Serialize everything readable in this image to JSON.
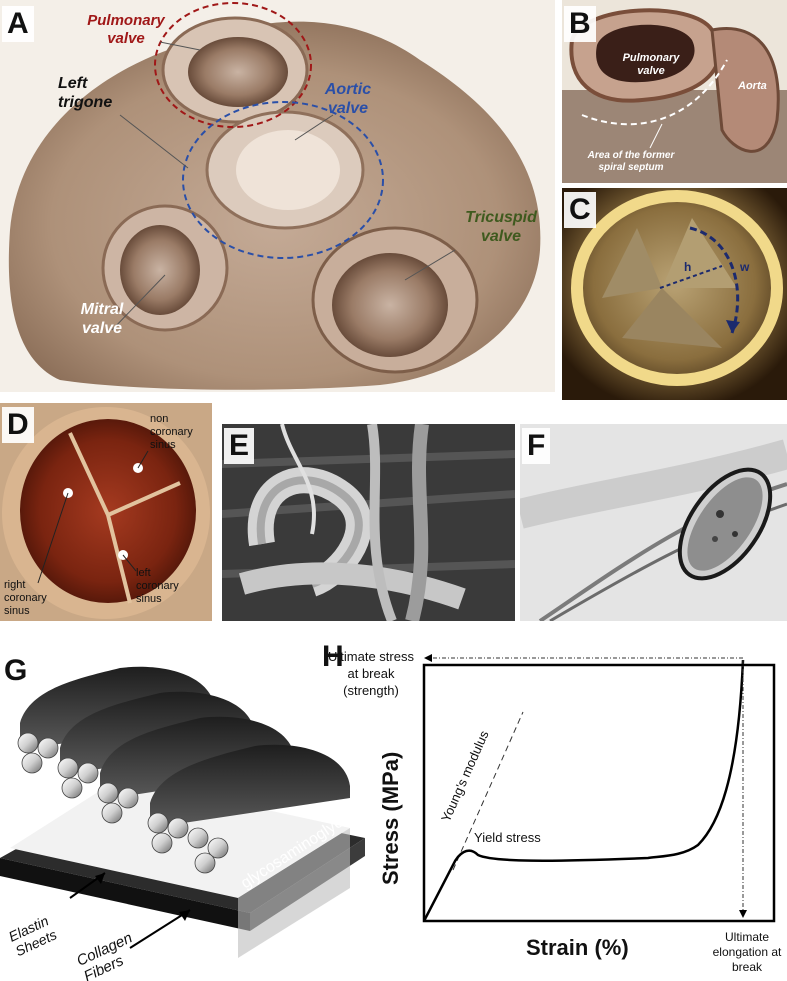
{
  "panels": {
    "a": {
      "label": "A",
      "pulmonary_valve": "Pulmonary valve",
      "left_trigone": "Left trigone",
      "aortic_valve": "Aortic valve",
      "tricuspid_valve": "Tricuspid valve",
      "mitral_valve": "Mitral valve"
    },
    "b": {
      "label": "B",
      "pulmonary_valve": "Pulmonary valve",
      "aorta": "Aorta",
      "septum_note": "Area of the former spiral septum"
    },
    "c": {
      "label": "C",
      "h": "h",
      "w": "w"
    },
    "d": {
      "label": "D",
      "non_coronary": "non coronary sinus",
      "right_coronary": "right coronary sinus",
      "left_coronary": "left coronary sinus"
    },
    "e": {
      "label": "E"
    },
    "f": {
      "label": "F"
    },
    "g": {
      "label": "G",
      "glycosaminoglycan": "glycosaminoglycan",
      "elastin": "Elastin Sheets",
      "collagen": "Collagen Fibers"
    },
    "h": {
      "label": "H",
      "ultimate_stress": "Ultimate stress at break (strength)",
      "youngs_modulus": "Young's modulus",
      "yield_stress": "Yield stress",
      "ultimate_elongation": "Ultimate elongation at break",
      "xlabel": "Strain (%)",
      "ylabel": "Stress (MPa)"
    }
  },
  "colors": {
    "pulmonary_red": "#a01818",
    "aortic_blue": "#2a4fa8",
    "tricuspid_green": "#3f5a1e",
    "c_arrow": "#1c2a6e"
  }
}
